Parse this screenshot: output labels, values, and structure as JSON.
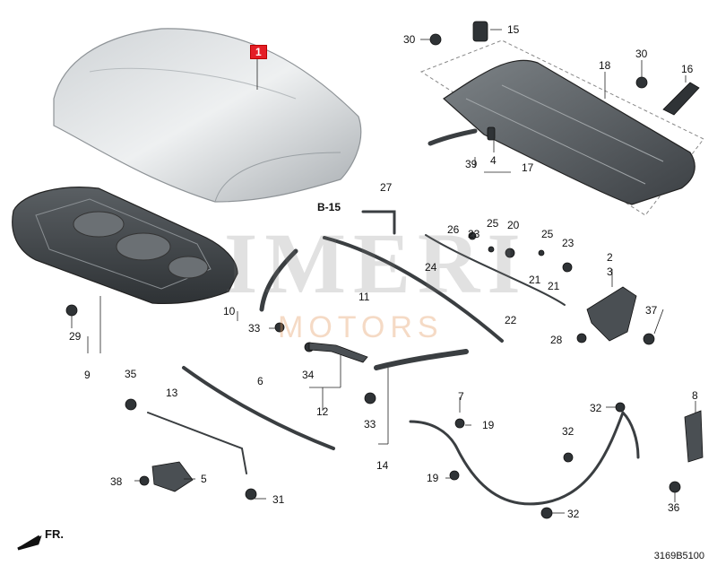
{
  "watermark": {
    "brand": "IMERI",
    "sub": "MOTORS"
  },
  "diagram_code": "3169B5100",
  "direction_label": "FR.",
  "callouts": [
    {
      "id": "c1",
      "label": "1",
      "highlight": true
    },
    {
      "id": "c2",
      "label": "2"
    },
    {
      "id": "c3",
      "label": "3"
    },
    {
      "id": "c4",
      "label": "4"
    },
    {
      "id": "c5",
      "label": "5"
    },
    {
      "id": "c6",
      "label": "6"
    },
    {
      "id": "c7",
      "label": "7"
    },
    {
      "id": "c8",
      "label": "8"
    },
    {
      "id": "c9",
      "label": "9"
    },
    {
      "id": "c10",
      "label": "10"
    },
    {
      "id": "c11",
      "label": "11"
    },
    {
      "id": "c12",
      "label": "12"
    },
    {
      "id": "c13",
      "label": "13"
    },
    {
      "id": "c14",
      "label": "14"
    },
    {
      "id": "c15",
      "label": "15"
    },
    {
      "id": "c16",
      "label": "16"
    },
    {
      "id": "c17",
      "label": "17"
    },
    {
      "id": "c18",
      "label": "18"
    },
    {
      "id": "c19a",
      "label": "19"
    },
    {
      "id": "c19b",
      "label": "19"
    },
    {
      "id": "c20",
      "label": "20"
    },
    {
      "id": "c21a",
      "label": "21"
    },
    {
      "id": "c21b",
      "label": "21"
    },
    {
      "id": "c22",
      "label": "22"
    },
    {
      "id": "c23a",
      "label": "23"
    },
    {
      "id": "c23b",
      "label": "23"
    },
    {
      "id": "c24",
      "label": "24"
    },
    {
      "id": "c25a",
      "label": "25"
    },
    {
      "id": "c25b",
      "label": "25"
    },
    {
      "id": "c26",
      "label": "26"
    },
    {
      "id": "c27",
      "label": "27"
    },
    {
      "id": "c28",
      "label": "28"
    },
    {
      "id": "c29",
      "label": "29"
    },
    {
      "id": "c30a",
      "label": "30"
    },
    {
      "id": "c30b",
      "label": "30"
    },
    {
      "id": "c31",
      "label": "31"
    },
    {
      "id": "c32a",
      "label": "32"
    },
    {
      "id": "c32b",
      "label": "32"
    },
    {
      "id": "c32c",
      "label": "32"
    },
    {
      "id": "c33a",
      "label": "33"
    },
    {
      "id": "c33b",
      "label": "33"
    },
    {
      "id": "c34",
      "label": "34"
    },
    {
      "id": "c35",
      "label": "35"
    },
    {
      "id": "c36",
      "label": "36"
    },
    {
      "id": "c37",
      "label": "37"
    },
    {
      "id": "c38",
      "label": "38"
    },
    {
      "id": "c39",
      "label": "39"
    },
    {
      "id": "cB15",
      "label": "B-15",
      "reference": true
    }
  ]
}
